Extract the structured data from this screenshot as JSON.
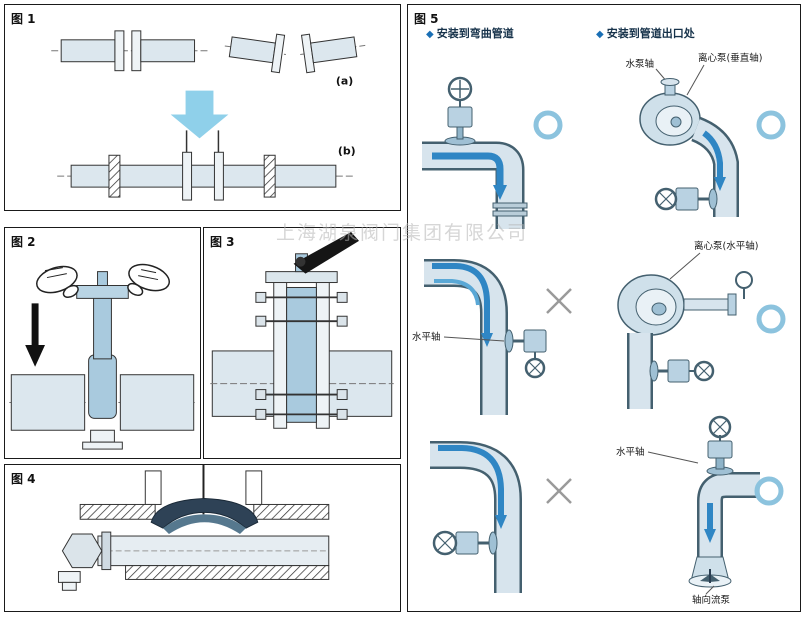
{
  "watermark": "上海湖泉阀门集团有限公司",
  "fig1": {
    "title": "图 1",
    "label_a": "(a)",
    "label_b": "(b)"
  },
  "fig2": {
    "title": "图 2"
  },
  "fig3": {
    "title": "图 3"
  },
  "fig4": {
    "title": "图 4"
  },
  "fig5": {
    "title": "图 5",
    "bullet_icon": "◆",
    "bullet_left": "安装到弯曲管道",
    "bullet_right": "安装到管道出口处",
    "labels": {
      "pump_shaft": "水泵轴",
      "centrifugal_vertical": "离心泵(垂直轴)",
      "horizontal_shaft_a": "水平轴",
      "centrifugal_horizontal": "离心泵(水平轴)",
      "horizontal_shaft_b": "水平轴",
      "axial_pump": "轴向流泵"
    },
    "marks": {
      "correct": "O",
      "wrong": "X"
    }
  },
  "colors": {
    "pipe_fill": "#d7e4ed",
    "pipe_outline": "#44606f",
    "flow_arrow": "#2f86c4",
    "big_arrow": "#8fd0ea",
    "valve_fill": "#a9cade",
    "ok_mark": "#8cc3de",
    "wrong_mark": "#9a9a9a",
    "bullet_blue": "#1a6fb5"
  }
}
